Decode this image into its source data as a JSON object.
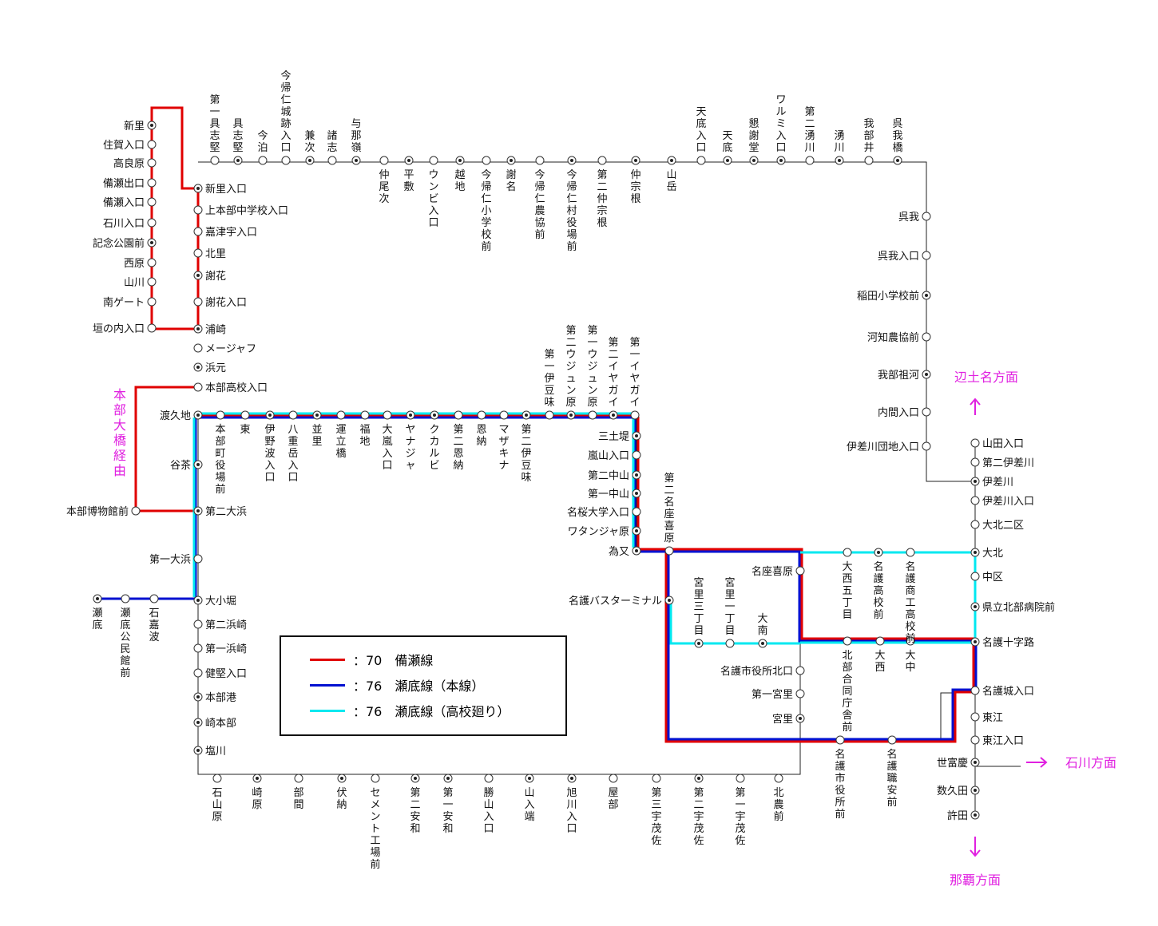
{
  "colors": {
    "red": "#e00000",
    "blue": "#0010d0",
    "cyan": "#00e8f0",
    "black": "#222222",
    "magenta": "#e020e0"
  },
  "legend": [
    {
      "label": "：70　備瀬線",
      "color": "#e00000"
    },
    {
      "label": "：76　瀬底線（本線）",
      "color": "#0010d0"
    },
    {
      "label": "：76　瀬底線（高校廻り）",
      "color": "#00e8f0"
    }
  ],
  "directions": {
    "hentona": "辺土名方面",
    "ishikawa": "石川方面",
    "naha": "那覇方面",
    "motobu_bridge": "本部大橋経由"
  },
  "stops": [
    {
      "id": "shinzato",
      "name": "新里",
      "bus": true
    },
    {
      "id": "sugaiu",
      "name": "住賀入口"
    },
    {
      "id": "takarabaru",
      "name": "高良原"
    },
    {
      "id": "bisede",
      "name": "備瀬出口"
    },
    {
      "id": "biseiri",
      "name": "備瀬入口"
    },
    {
      "id": "ishikawairi",
      "name": "石川入口"
    },
    {
      "id": "kinenkoen",
      "name": "記念公園前",
      "bus": true
    },
    {
      "id": "nishibaru",
      "name": "西原"
    },
    {
      "id": "yamakawa",
      "name": "山川"
    },
    {
      "id": "minamigate",
      "name": "南ゲート"
    },
    {
      "id": "kakinouchi",
      "name": "垣の内入口"
    },
    {
      "id": "shinzatoiri",
      "name": "新里入口",
      "bus": true
    },
    {
      "id": "kamimotobu",
      "name": "上本部中学校入口"
    },
    {
      "id": "katsuu",
      "name": "嘉津宇入口"
    },
    {
      "id": "kitazato",
      "name": "北里"
    },
    {
      "id": "jaana",
      "name": "謝花",
      "bus": true
    },
    {
      "id": "jaanairi",
      "name": "謝花入口"
    },
    {
      "id": "urasaki",
      "name": "浦崎",
      "bus": true
    },
    {
      "id": "mejafu",
      "name": "メージャフ"
    },
    {
      "id": "hamamoto",
      "name": "浜元",
      "bus": true
    },
    {
      "id": "motobuhs",
      "name": "本部高校入口"
    },
    {
      "id": "toguchi",
      "name": "渡久地",
      "bus": true
    },
    {
      "id": "tanchaa",
      "name": "谷茶",
      "bus": true
    },
    {
      "id": "museum",
      "name": "本部博物館前"
    },
    {
      "id": "daini_ohama",
      "name": "第二大浜",
      "bus": true
    },
    {
      "id": "daiichi_ohama",
      "name": "第一大浜"
    },
    {
      "id": "okobori",
      "name": "大小堀",
      "bus": true
    },
    {
      "id": "sesoko",
      "name": "瀬底",
      "bus": true
    },
    {
      "id": "sesokokomin",
      "name": "瀬底公民館前"
    },
    {
      "id": "ishikaha",
      "name": "石嘉波"
    },
    {
      "id": "daini_hamasaki",
      "name": "第二浜崎"
    },
    {
      "id": "daiichi_hamasaki",
      "name": "第一浜崎"
    },
    {
      "id": "kenkeniri",
      "name": "健堅入口"
    },
    {
      "id": "motobuko",
      "name": "本部港",
      "bus": true
    },
    {
      "id": "sakimotobu",
      "name": "崎本部",
      "bus": true
    },
    {
      "id": "shiokawa",
      "name": "塩川",
      "bus": true
    },
    {
      "id": "ishiyamabaru",
      "name": "石山原"
    },
    {
      "id": "sakibaru",
      "name": "崎原",
      "bus": true
    },
    {
      "id": "bema",
      "name": "部間"
    },
    {
      "id": "fukuno",
      "name": "伏納",
      "bus": true
    },
    {
      "id": "cement",
      "name": "セメント工場前"
    },
    {
      "id": "daini_awa",
      "name": "第二安和",
      "bus": true
    },
    {
      "id": "daiichi_awa",
      "name": "第一安和",
      "bus": true
    },
    {
      "id": "katsuyama",
      "name": "勝山入口"
    },
    {
      "id": "yamairibata",
      "name": "山入端",
      "bus": true
    },
    {
      "id": "asahikawa",
      "name": "旭川入口",
      "bus": true
    },
    {
      "id": "yabu",
      "name": "屋部"
    },
    {
      "id": "daisan_umusa",
      "name": "第三宇茂佐"
    },
    {
      "id": "daini_umusa",
      "name": "第二宇茂佐",
      "bus": true
    },
    {
      "id": "daiichi_umusa",
      "name": "第一宇茂佐"
    },
    {
      "id": "kitanou",
      "name": "北農前"
    },
    {
      "id": "shimbuyama",
      "name": "第一具志堅"
    },
    {
      "id": "gushiken",
      "name": "具志堅",
      "bus": true
    },
    {
      "id": "imadomari",
      "name": "今泊"
    },
    {
      "id": "nakijin_castle",
      "name": "今帰仁城跡入口"
    },
    {
      "id": "kaneshi",
      "name": "兼次",
      "bus": true
    },
    {
      "id": "shoshi",
      "name": "諸志"
    },
    {
      "id": "yonaha",
      "name": "与那嶺",
      "bus": true
    },
    {
      "id": "nakaoshi",
      "name": "仲尾次"
    },
    {
      "id": "hesshiki",
      "name": "平敷",
      "bus": true
    },
    {
      "id": "unbi",
      "name": "ウンビ入口"
    },
    {
      "id": "koshiji",
      "name": "越地",
      "bus": true
    },
    {
      "id": "nakijin_school",
      "name": "今帰仁小学校前"
    },
    {
      "id": "jaana2",
      "name": "謝名",
      "bus": true
    },
    {
      "id": "nakijin_nokyo",
      "name": "今帰仁農協前"
    },
    {
      "id": "nakijin_office",
      "name": "今帰仁村役場前",
      "bus": true
    },
    {
      "id": "daini_nakasone",
      "name": "第二仲宗根"
    },
    {
      "id": "nakasone",
      "name": "仲宗根",
      "bus": true
    },
    {
      "id": "yamadake",
      "name": "山岳",
      "bus": true
    },
    {
      "id": "tesokoiri",
      "name": "天底入口"
    },
    {
      "id": "tesoko",
      "name": "天底",
      "bus": true
    },
    {
      "id": "kenken_do",
      "name": "懇謝堂",
      "bus": true
    },
    {
      "id": "warumi",
      "name": "ワルミ入口",
      "bus": true
    },
    {
      "id": "daini_wakugawa",
      "name": "第二湧川"
    },
    {
      "id": "wakugawa",
      "name": "湧川",
      "bus": true
    },
    {
      "id": "gabui",
      "name": "我部井"
    },
    {
      "id": "gogabashi",
      "name": "呉我橋",
      "bus": true
    },
    {
      "id": "goga",
      "name": "呉我"
    },
    {
      "id": "gogairi",
      "name": "呉我入口"
    },
    {
      "id": "inada",
      "name": "稲田小学校前",
      "bus": true
    },
    {
      "id": "kawachi",
      "name": "河知農協前"
    },
    {
      "id": "gabusoka",
      "name": "我部祖河",
      "bus": true
    },
    {
      "id": "uchima",
      "name": "内間入口"
    },
    {
      "id": "isagawa_danchi",
      "name": "伊差川団地入口"
    },
    {
      "id": "yamadairi",
      "name": "山田入口"
    },
    {
      "id": "daini_isagawa",
      "name": "第二伊差川"
    },
    {
      "id": "isagawa",
      "name": "伊差川",
      "bus": true
    },
    {
      "id": "isagawairi",
      "name": "伊差川入口"
    },
    {
      "id": "okita2",
      "name": "大北二区"
    },
    {
      "id": "okita",
      "name": "大北",
      "bus": true
    },
    {
      "id": "naka_ku",
      "name": "中区"
    },
    {
      "id": "hokubu_hosp",
      "name": "県立北部病院前",
      "bus": true
    },
    {
      "id": "nago_jujiro",
      "name": "名護十字路",
      "bus": true
    },
    {
      "id": "nago_castle",
      "name": "名護城入口"
    },
    {
      "id": "higashie",
      "name": "東江"
    },
    {
      "id": "higashieiri",
      "name": "東江入口"
    },
    {
      "id": "yofuke",
      "name": "世富慶",
      "bus": true
    },
    {
      "id": "sukuta",
      "name": "数久田",
      "bus": true
    },
    {
      "id": "kyoda",
      "name": "許田",
      "bus": true
    },
    {
      "id": "daiichi_iyagai",
      "name": "第一イヤガイ"
    },
    {
      "id": "daini_iyagai",
      "name": "第二イヤガイ",
      "bus": true
    },
    {
      "id": "daiichi_ujun",
      "name": "第一ウジュン原"
    },
    {
      "id": "daini_ujun",
      "name": "第二ウジュン原",
      "bus": true
    },
    {
      "id": "daiichi_izumi",
      "name": "第一伊豆味"
    },
    {
      "id": "daini_izumi",
      "name": "第二伊豆味",
      "bus": true
    },
    {
      "id": "mazakina",
      "name": "マザキナ"
    },
    {
      "id": "onna",
      "name": "恩納"
    },
    {
      "id": "daini_onna",
      "name": "第二恩納"
    },
    {
      "id": "kukarubi",
      "name": "クカルビ",
      "bus": true
    },
    {
      "id": "yanajaa",
      "name": "ヤナジャ",
      "bus": true
    },
    {
      "id": "oarashi",
      "name": "大嵐入口"
    },
    {
      "id": "fukuchi",
      "name": "福地"
    },
    {
      "id": "untateba",
      "name": "運立橋"
    },
    {
      "id": "namisato",
      "name": "並里",
      "bus": true
    },
    {
      "id": "yaedake",
      "name": "八重岳入口"
    },
    {
      "id": "inoha",
      "name": "伊野波入口",
      "bus": true
    },
    {
      "id": "higashi",
      "name": "東"
    },
    {
      "id": "motobu_office",
      "name": "本部町役場前"
    },
    {
      "id": "santutsumi",
      "name": "三土堤",
      "bus": true
    },
    {
      "id": "arashiyama",
      "name": "嵐山入口"
    },
    {
      "id": "daini_nakayama",
      "name": "第二中山",
      "bus": true
    },
    {
      "id": "daiichi_nakayama",
      "name": "第一中山",
      "bus": true
    },
    {
      "id": "meio",
      "name": "名桜大学入口"
    },
    {
      "id": "watanja",
      "name": "ワタンジャ原",
      "bus": true
    },
    {
      "id": "bimata",
      "name": "為又",
      "bus": true
    },
    {
      "id": "daini_nagokiha",
      "name": "第二名座喜原"
    },
    {
      "id": "nagokiha",
      "name": "名座喜原"
    },
    {
      "id": "nago_bt",
      "name": "名護バスターミナル",
      "bus": true
    },
    {
      "id": "miyazato3",
      "name": "宮里三丁目",
      "bus": true
    },
    {
      "id": "miyazato1",
      "name": "宮里一丁目"
    },
    {
      "id": "onan",
      "name": "大南",
      "bus": true
    },
    {
      "id": "onishi5",
      "name": "大西五丁目"
    },
    {
      "id": "nago_hs",
      "name": "名護高校前",
      "bus": true
    },
    {
      "id": "nago_comm",
      "name": "名護商工高校前"
    },
    {
      "id": "hokubu_godo",
      "name": "北部合同庁舎前"
    },
    {
      "id": "onishi",
      "name": "大西"
    },
    {
      "id": "onaka",
      "name": "大中"
    },
    {
      "id": "nago_cityhall_n",
      "name": "名護市役所北口"
    },
    {
      "id": "daiichi_miyazato",
      "name": "第一宮里"
    },
    {
      "id": "miyazato",
      "name": "宮里",
      "bus": true
    },
    {
      "id": "nago_cityhall",
      "name": "名護市役所前"
    },
    {
      "id": "nago_shokuan",
      "name": "名護職安前"
    }
  ]
}
